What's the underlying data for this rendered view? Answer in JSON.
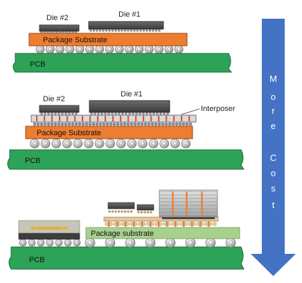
{
  "top": {
    "die2_label": "Die #2",
    "die1_label": "Die #1",
    "substrate_label": "Package Substrate",
    "pcb_label": "PCB"
  },
  "middle": {
    "die2_label": "Die #2",
    "die1_label": "Die #1",
    "interposer_label": "Interposer",
    "substrate_label": "Package Substrate",
    "pcb_label": "PCB"
  },
  "bottom": {
    "substrate_label": "Package substrate",
    "pcb_label": "PCB"
  },
  "arrow": {
    "letters": [
      "M",
      "o",
      "r",
      "e",
      "C",
      "o",
      "s",
      "t"
    ]
  },
  "colors": {
    "pcb": "#2ea357",
    "substrate": "#ed7d31",
    "substrate_light": "#a9d18e",
    "die": "#4a4a4a",
    "ball": "#c8c8c8",
    "arrow": "#4472c4"
  }
}
